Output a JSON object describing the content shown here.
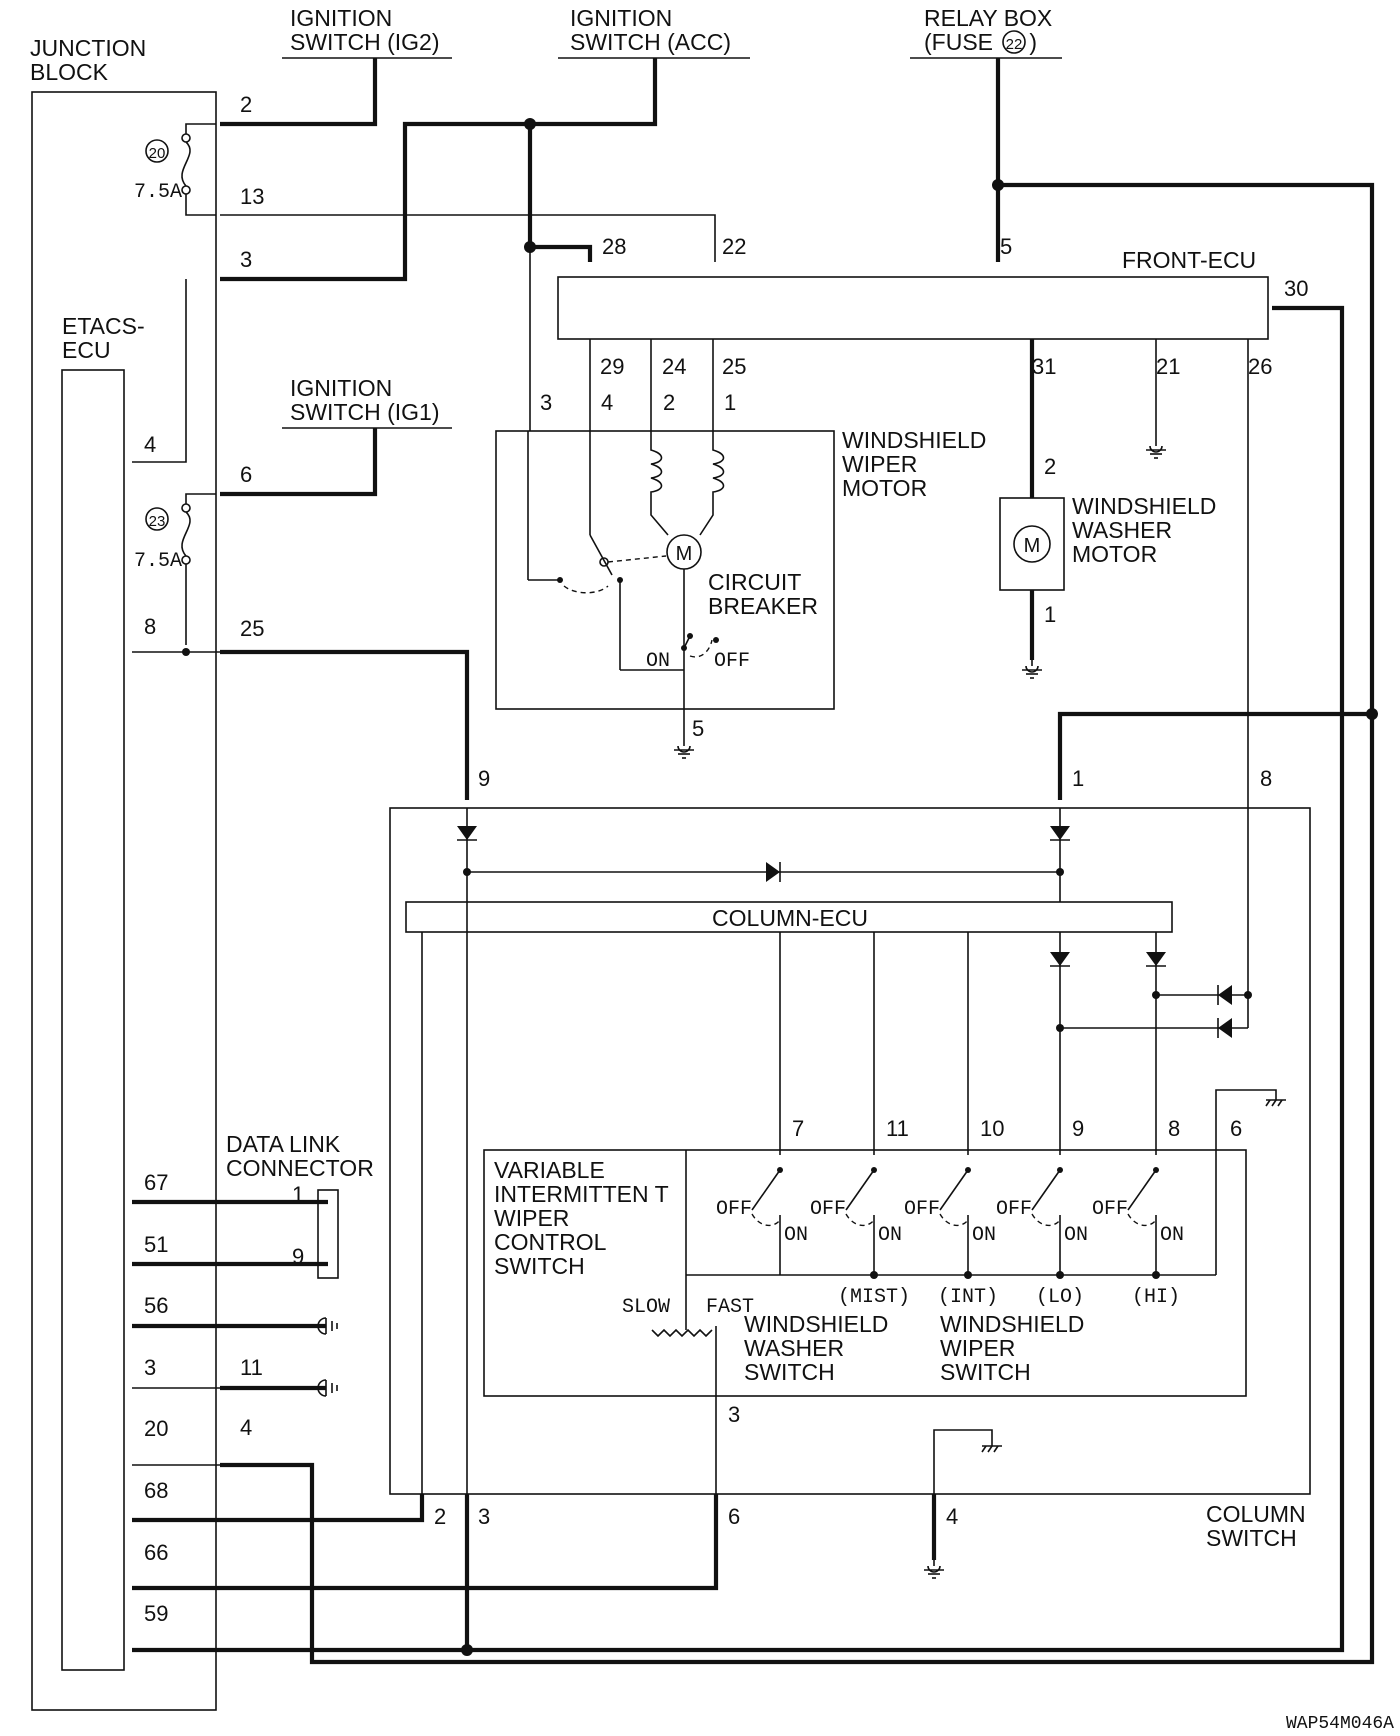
{
  "source_labels": {
    "ig2": [
      "IGNITION",
      "SWITCH (IG2)"
    ],
    "acc": [
      "IGNITION",
      "SWITCH (ACC)"
    ],
    "relay": [
      "RELAY BOX",
      "(FUSE ",
      ")"
    ],
    "relay_fuse": "22",
    "ig1": [
      "IGNITION",
      "SWITCH (IG1)"
    ]
  },
  "junction_block": {
    "title": [
      "JUNCTION",
      "BLOCK"
    ],
    "fuse_a": {
      "number": "20",
      "rating": "7.5A"
    },
    "fuse_b": {
      "number": "23",
      "rating": "7.5A"
    },
    "pins": [
      "2",
      "13",
      "3",
      "6",
      "8",
      "25",
      "4"
    ]
  },
  "etacs_ecu": {
    "title": [
      "ETACS-",
      "ECU"
    ],
    "pins": [
      "67",
      "51",
      "56",
      "3",
      "11",
      "20",
      "4",
      "68",
      "66",
      "59"
    ]
  },
  "front_ecu": {
    "title": "FRONT-ECU",
    "pins": [
      "28",
      "22",
      "5",
      "30",
      "29",
      "24",
      "25",
      "31",
      "21",
      "26"
    ]
  },
  "wiper_motor": {
    "title": [
      "WINDSHIELD",
      "WIPER",
      "MOTOR"
    ],
    "pins": [
      "3",
      "4",
      "2",
      "1",
      "5"
    ],
    "breaker": [
      "CIRCUIT",
      "BREAKER"
    ],
    "on": "ON",
    "off": "OFF"
  },
  "washer_motor": {
    "title": [
      "WINDSHIELD",
      "WASHER",
      "MOTOR"
    ],
    "pins": [
      "2",
      "1"
    ]
  },
  "column_switch": {
    "title": [
      "COLUMN",
      "SWITCH"
    ],
    "ecu": "COLUMN-ECU",
    "top_pins": [
      "9",
      "1",
      "8"
    ],
    "inner_pins": [
      "7",
      "11",
      "10",
      "9",
      "8",
      "6"
    ],
    "bottom_pins": [
      "2",
      "3",
      "6",
      "4",
      "3"
    ],
    "control_switch": [
      "VARIABLE",
      "INTERMITTEN T",
      "WIPER",
      "CONTROL",
      "SWITCH"
    ],
    "slow": "SLOW",
    "fast": "FAST",
    "washer_switch": [
      "WINDSHIELD",
      "WASHER",
      "SWITCH"
    ],
    "wiper_switch": [
      "WINDSHIELD",
      "WIPER",
      "SWITCH"
    ],
    "switch_off": "OFF",
    "switch_on": "ON",
    "modes": [
      "(MIST)",
      "(INT)",
      "(LO)",
      "(HI)"
    ]
  },
  "data_link": {
    "title": [
      "DATA LINK",
      "CONNECTOR"
    ],
    "pins": [
      "1",
      "9"
    ]
  },
  "figure_code": "WAP54M046A"
}
